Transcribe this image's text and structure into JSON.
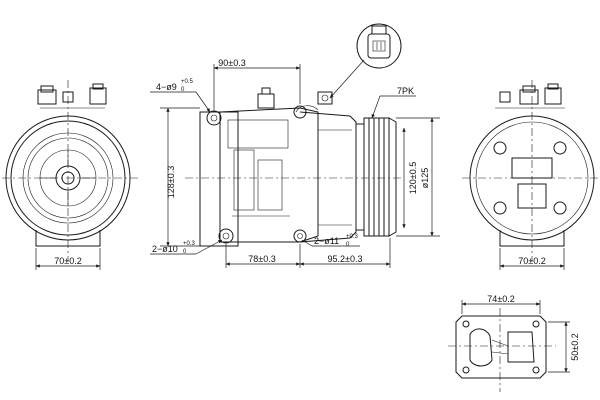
{
  "dimensions": {
    "hole_4": {
      "main": "4−ø9",
      "sup": "+0.5",
      "sub": "0"
    },
    "hole_2a": {
      "main": "2−ø10",
      "sup": "+0.3",
      "sub": "0"
    },
    "hole_2b": {
      "main": "2−ø11",
      "sup": "+0.3",
      "sub": "0"
    },
    "dim_90": "90±0.3",
    "dim_128": "128±0.3",
    "dim_78": "78±0.3",
    "dim_95": "95.2±0.3",
    "dim_120": "120±0.5",
    "dim_125": "ø125",
    "pulley": "7PK",
    "left_70": "70±0.2",
    "right_70": "70±0.2",
    "dim_74": "74±0.2",
    "dim_50": "50±0.2"
  }
}
